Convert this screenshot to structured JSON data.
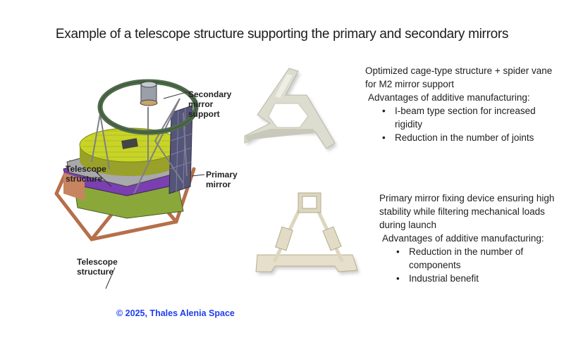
{
  "title": "Example of a telescope structure supporting the primary and secondary mirrors",
  "diagram": {
    "labels": {
      "secondary_mirror_support": "Secondary\nmirror\nsupport",
      "telescope_structure_top": "Telescope\nstructure",
      "primary_mirror": "Primary\nmirror",
      "telescope_structure_bottom": "Telescope\nstructure"
    },
    "copyright": "© 2025, Thales Alenia Space",
    "colors": {
      "copyright": "#1f3df0",
      "mirror": "#c8d428",
      "ring": "#4e6b4a",
      "base_purple": "#7a3fb0",
      "struts": "#c07a55",
      "bus_green": "#8aa83a"
    }
  },
  "section1": {
    "heading": "Optimized cage-type structure + spider vane for M2 mirror support",
    "advantages_title": "Advantages of additive manufacturing:",
    "bullets": [
      "I-beam type section for increased rigidity",
      "Reduction in the number of joints"
    ],
    "photo": "cage-structure-part"
  },
  "section2": {
    "heading": "Primary mirror fixing device ensuring high stability while filtering mechanical loads during launch",
    "advantages_title": "Advantages of additive manufacturing:",
    "bullets": [
      "Reduction in the number of components",
      "Industrial benefit"
    ],
    "photo": "mirror-fixing-device"
  },
  "bullet_glyph": "•"
}
